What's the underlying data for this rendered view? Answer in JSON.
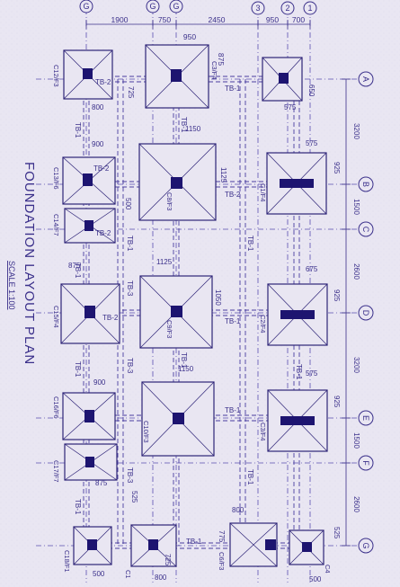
{
  "drawing": {
    "title": "FOUNDATION LAYOUT PLAN",
    "scale": "SCALE 1:100",
    "colors": {
      "paper": "#e9e6f2",
      "ink": "#3a2f8a",
      "column": "#1d1470",
      "dash": "#5a4fb0"
    }
  },
  "top_dims": [
    "1900",
    "750",
    "2450",
    "950",
    "700"
  ],
  "sub_top_dims": [
    "950",
    "875"
  ],
  "grid_bubbles_top": [
    "G",
    "G",
    "G",
    "3",
    "2",
    "1"
  ],
  "grid_bubbles_right": [
    "A",
    "B",
    "C",
    "D",
    "E",
    "F",
    "G"
  ],
  "right_dims": [
    "3200",
    "1500",
    "2600",
    "3200",
    "1500",
    "2600"
  ],
  "footings": [
    {
      "id": "f1",
      "label": "C12/F3"
    },
    {
      "id": "f2",
      "label": "C3/F4"
    },
    {
      "id": "f3",
      "label": "C13/F6"
    },
    {
      "id": "f4",
      "label": "C14/F7"
    },
    {
      "id": "f5",
      "label": "C8/F3"
    },
    {
      "id": "f6",
      "label": "C1/F4"
    },
    {
      "id": "f7",
      "label": "C15/F4"
    },
    {
      "id": "f8",
      "label": "C9/F3"
    },
    {
      "id": "f9",
      "label": "C2/F4"
    },
    {
      "id": "f10",
      "label": "C16/F6"
    },
    {
      "id": "f11",
      "label": "C17/F7"
    },
    {
      "id": "f12",
      "label": "C10/F3"
    },
    {
      "id": "f13",
      "label": "C3/F4"
    },
    {
      "id": "f14",
      "label": "C18/F1"
    },
    {
      "id": "f15",
      "label": "C1"
    },
    {
      "id": "f16",
      "label": "C6/F3"
    },
    {
      "id": "f17",
      "label": "C4"
    }
  ],
  "footing_dims": [
    "800",
    "900",
    "1150",
    "575",
    "925",
    "1125",
    "875",
    "1125",
    "1050",
    "675",
    "925",
    "900",
    "1150",
    "575",
    "925",
    "875",
    "800",
    "525",
    "500",
    "800",
    "500",
    "650",
    "575",
    "500",
    "725",
    "775",
    "525",
    "725"
  ],
  "beam_labels": [
    "TB-2",
    "TB-1",
    "TB-1",
    "TB-2",
    "TB-1",
    "TB-2",
    "TB-1",
    "TB-2",
    "TB-1",
    "TB-3",
    "TB-1",
    "TB-1",
    "TB-2",
    "TB-1",
    "TB-3",
    "TB-1",
    "TB-1",
    "TB-1",
    "TB-1",
    "TB-3",
    "TB-1",
    "TB-1"
  ]
}
